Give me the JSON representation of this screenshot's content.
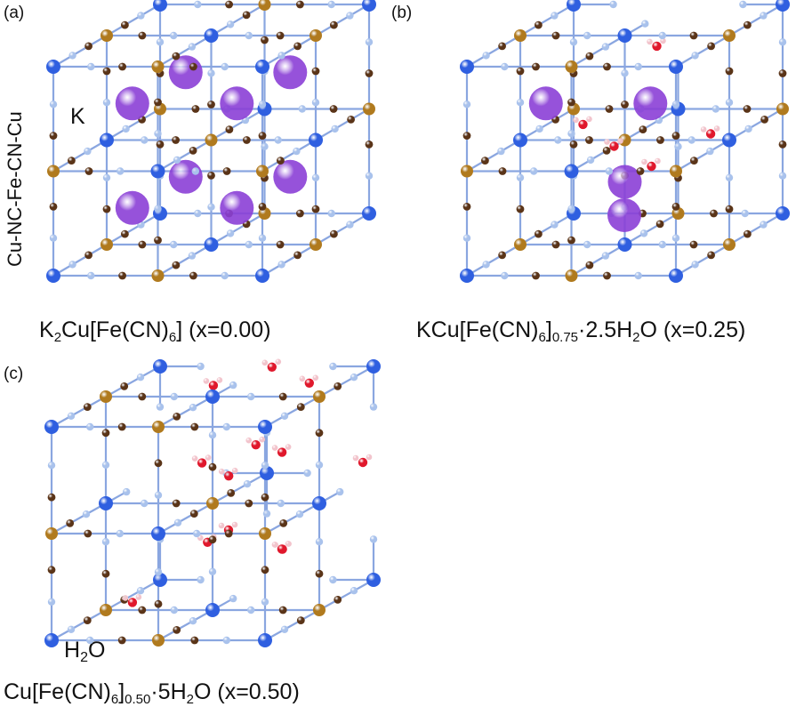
{
  "panels": [
    {
      "label": "(a)",
      "formula": {
        "base": "K",
        "sub1": "2",
        "mid": "Cu[Fe(CN)",
        "sub2": "6",
        "tail": "] (x=0.00)"
      },
      "vacancy_fraction": 0.0
    },
    {
      "label": "(b)",
      "formula": {
        "base": "KCu[Fe(CN)",
        "sub1": "6",
        "mid": "]",
        "sub2": "0.75",
        "tail": "·2.5H",
        "sub3": "2",
        "end": "O (x=0.25)"
      },
      "vacancy_fraction": 0.25
    },
    {
      "label": "(c)",
      "formula": {
        "base": "Cu[Fe(CN)",
        "sub1": "6",
        "mid": "]",
        "sub2": "0.50",
        "tail": "·5H",
        "sub3": "2",
        "end": "O (x=0.50)"
      },
      "vacancy_fraction": 0.5
    }
  ],
  "annotations": {
    "chain": "Cu-NC-Fe-CN-Cu",
    "potassium": "K",
    "water": {
      "base": "H",
      "sub": "2",
      "end": "O"
    }
  },
  "colors": {
    "cu": "#2f5fe0",
    "fe": "#b07a1e",
    "carbon": "#5a3418",
    "nitrogen": "#a9c2ec",
    "potassium": "#8a3fd6",
    "oxygen": "#e0182c",
    "hydrogen": "#f2c4cc",
    "bond": "#8aa6e0"
  }
}
